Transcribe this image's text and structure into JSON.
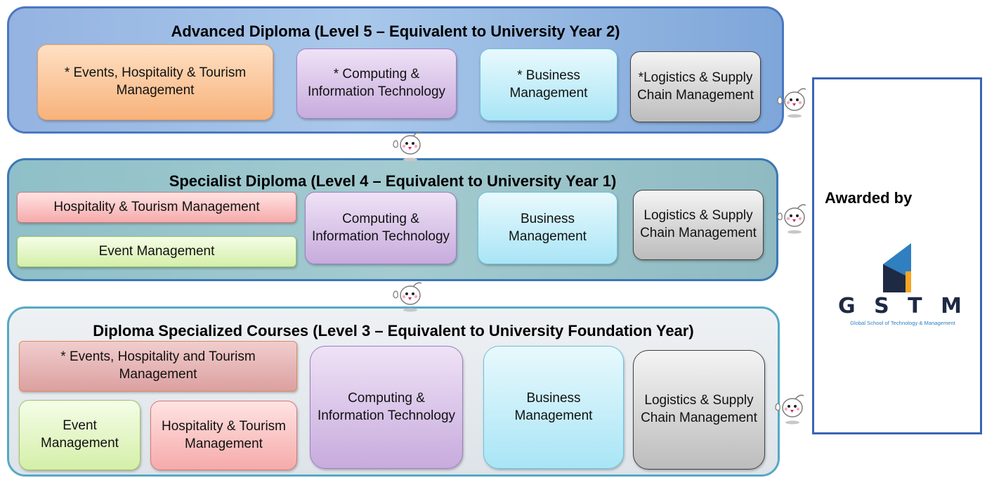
{
  "level5": {
    "title": "Advanced Diploma (Level 5 – Equivalent to University Year 2)",
    "boxes": {
      "events": "* Events, Hospitality & Tourism Management",
      "computing": "* Computing & Information Technology",
      "business": "* Business Management",
      "logistics": "*Logistics & Supply Chain Management"
    }
  },
  "level4": {
    "title": "Specialist Diploma (Level 4 – Equivalent to University Year 1)",
    "boxes": {
      "hospitality": "Hospitality & Tourism Management",
      "event": "Event Management",
      "computing": "Computing & Information Technology",
      "business": "Business Management",
      "logistics": "Logistics & Supply Chain Management"
    }
  },
  "level3": {
    "title": "Diploma Specialized Courses (Level 3 – Equivalent to University Foundation Year)",
    "boxes": {
      "events": "* Events, Hospitality and Tourism Management",
      "event": "Event Management",
      "hospitality": "Hospitality & Tourism Management",
      "computing": "Computing & Information Technology",
      "business": "Business Management",
      "logistics": "Logistics & Supply Chain Management"
    }
  },
  "awarded": {
    "label": "Awarded by",
    "logo_letters": "G S T M",
    "logo_subtitle": "Global School of Technology & Management"
  },
  "icons": {
    "mascot": "pointing-mascot-icon",
    "logo": "gstm-logo"
  },
  "colors": {
    "level5_border": "#4a78c0",
    "level4_border": "#3a78b4",
    "level3_border": "#55a9c6",
    "awarded_border": "#3b66b4",
    "logo_dark": "#1e2a44",
    "logo_blue": "#2f7fc1",
    "logo_green": "#6cb33f",
    "logo_orange": "#f5a623"
  }
}
